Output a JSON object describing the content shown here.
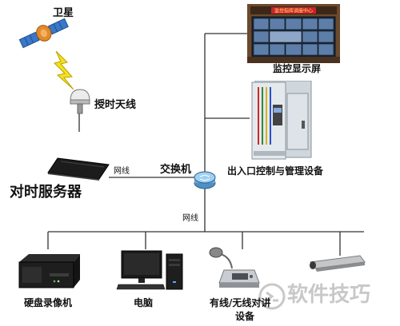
{
  "labels": {
    "satellite": "卫星",
    "antenna": "授时天线",
    "time_server": "对时服务器",
    "network_1": "网线",
    "switch": "交换机",
    "network_2": "网线",
    "monitor_screen": "监控显示屏",
    "access_control": "出入口控制与管理设备",
    "dvr": "硬盘录像机",
    "computer": "电脑",
    "intercom_line1": "有线/无线对讲",
    "intercom_line2": "设备",
    "screen_banner": "监控指挥调度中心",
    "watermark": "软件技巧"
  },
  "icons": {
    "satellite": "satellite-icon",
    "lightning": "lightning-bolt-icon",
    "antenna": "gps-antenna-icon",
    "server": "rack-server-icon",
    "switch": "network-switch-icon",
    "monitor_wall": "video-wall-icon",
    "cabinet": "control-cabinet-icon",
    "dvr": "dvr-recorder-icon",
    "computer": "desktop-computer-icon",
    "intercom": "intercom-microphone-icon",
    "camera": "surveillance-camera-icon",
    "watermark": "watermark-logo-icon"
  },
  "colors": {
    "line": "#333333",
    "lightning": "#f5e020",
    "switch": "#7fb9e6",
    "banner": "#d0202a",
    "watermark": "#c8c8c8"
  }
}
